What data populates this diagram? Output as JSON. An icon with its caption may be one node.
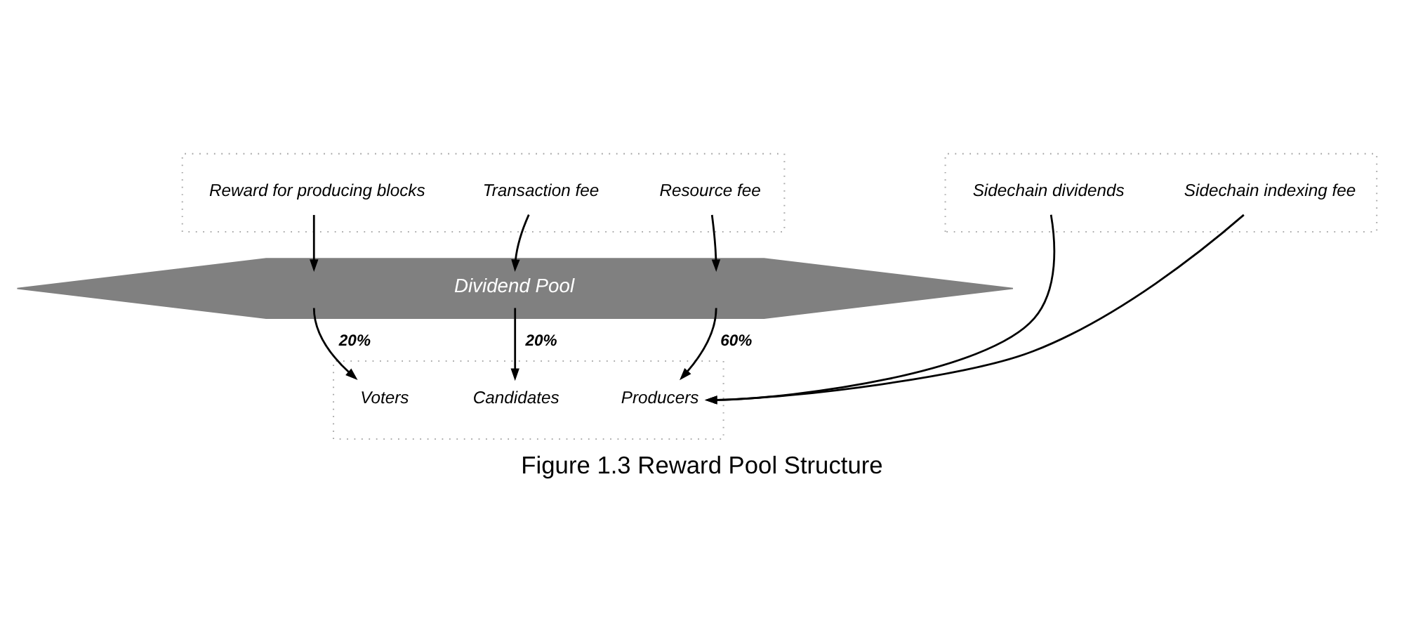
{
  "diagram": {
    "caption": "Figure 1.3 Reward Pool Structure",
    "nodes": [
      {
        "text": [],
        "shape": "box"
      },
      {
        "text": [
          "Reward for producing blocks"
        ],
        "in": 0
      },
      {
        "text": [
          "Transaction fee"
        ],
        "in": 0
      },
      {
        "text": [
          "Resource fee"
        ],
        "in": 0
      },
      {
        "text": [],
        "shape": "box"
      },
      {
        "text": [
          "Sidechain dividends"
        ],
        "in": 4
      },
      {
        "text": [
          "Sidechain indexing fee"
        ],
        "in": 4
      },
      {
        "text": [
          "Dividend Pool"
        ]
      },
      {
        "text": [],
        "shape": "box"
      },
      {
        "text": [
          "Voters"
        ],
        "in": 8
      },
      {
        "text": [
          "Candidates"
        ],
        "in": 8
      },
      {
        "text": [
          "Producers"
        ],
        "in": 8
      }
    ],
    "edges": [
      {
        "from": 1,
        "to": 7,
        "arrow": "to"
      },
      {
        "from": 2,
        "to": 7,
        "arrow": "to"
      },
      {
        "from": 3,
        "to": 7,
        "arrow": "to"
      },
      {
        "from": 7,
        "to": 9,
        "arrow": "to",
        "label": "20%"
      },
      {
        "from": 7,
        "to": 10,
        "arrow": "to",
        "label": "20%"
      },
      {
        "from": 7,
        "to": 11,
        "arrow": "to",
        "label": "60%"
      },
      {
        "from": 5,
        "to": 11,
        "arrow": "to"
      },
      {
        "from": 6,
        "to": 11,
        "arrow": "to"
      }
    ]
  }
}
